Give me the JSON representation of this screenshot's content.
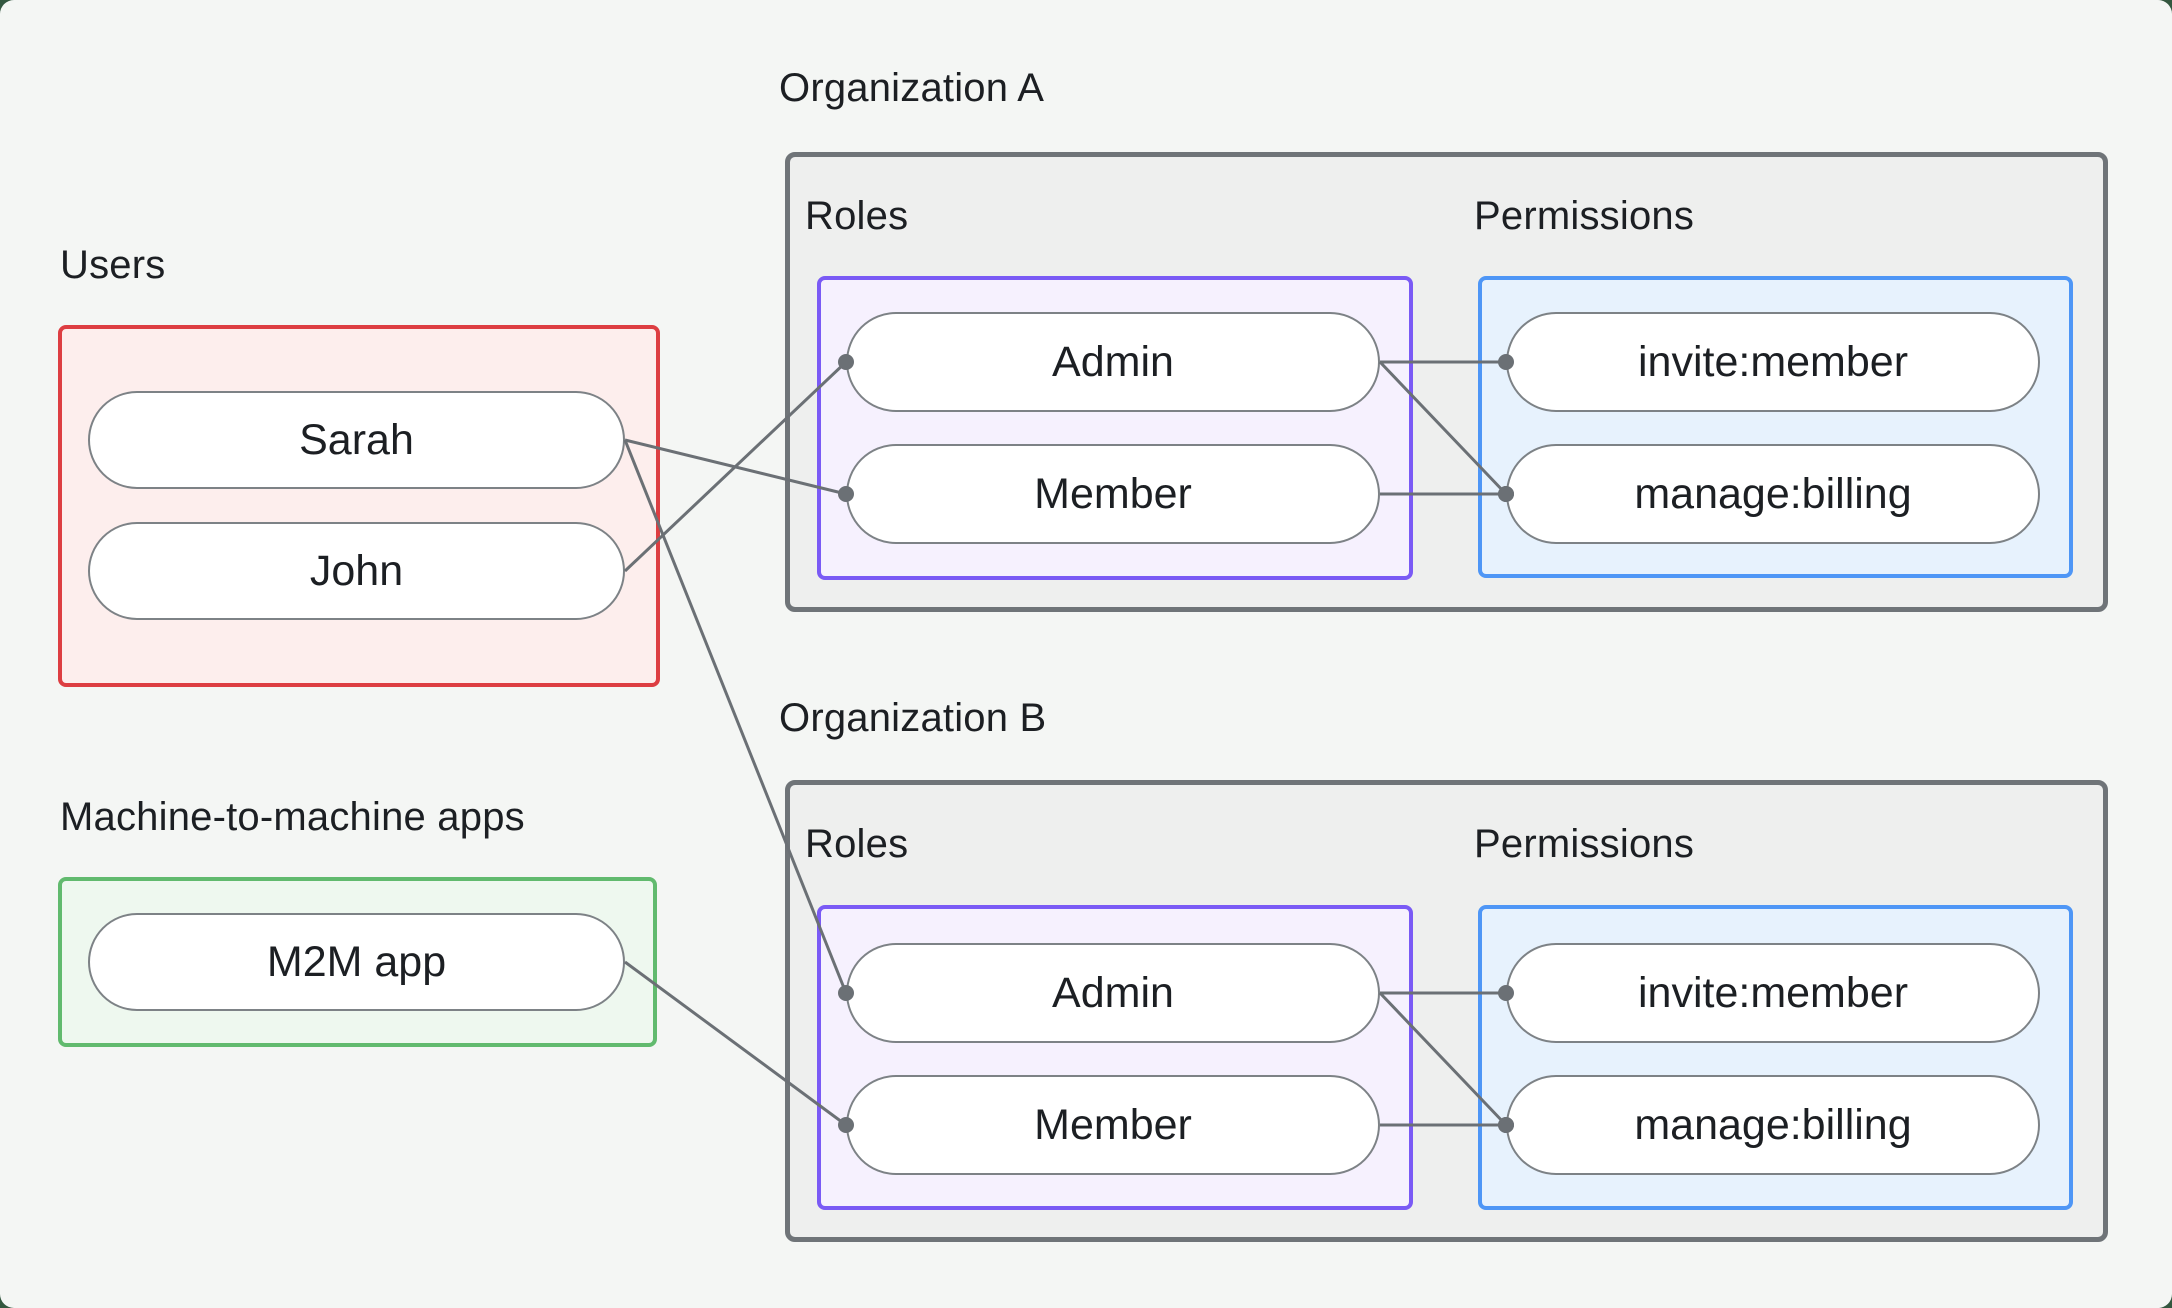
{
  "sections": {
    "users": {
      "title": "Users",
      "items": [
        {
          "id": "user-sarah",
          "label": "Sarah"
        },
        {
          "id": "user-john",
          "label": "John"
        }
      ]
    },
    "m2m": {
      "title": "Machine-to-machine apps",
      "items": [
        {
          "id": "app-m2m",
          "label": "M2M app"
        }
      ]
    },
    "org_a": {
      "title": "Organization A",
      "roles_title": "Roles",
      "permissions_title": "Permissions",
      "roles": [
        {
          "id": "orga-role-admin",
          "label": "Admin"
        },
        {
          "id": "orga-role-member",
          "label": "Member"
        }
      ],
      "permissions": [
        {
          "id": "orga-perm-invite",
          "label": "invite:member"
        },
        {
          "id": "orga-perm-manage",
          "label": "manage:billing"
        }
      ]
    },
    "org_b": {
      "title": "Organization B",
      "roles_title": "Roles",
      "permissions_title": "Permissions",
      "roles": [
        {
          "id": "orgb-role-admin",
          "label": "Admin"
        },
        {
          "id": "orgb-role-member",
          "label": "Member"
        }
      ],
      "permissions": [
        {
          "id": "orgb-perm-invite",
          "label": "invite:member"
        },
        {
          "id": "orgb-perm-manage",
          "label": "manage:billing"
        }
      ]
    }
  },
  "edges": [
    {
      "from": "user-sarah",
      "to": "orga-role-member"
    },
    {
      "from": "user-john",
      "to": "orga-role-admin"
    },
    {
      "from": "user-sarah",
      "to": "orgb-role-admin"
    },
    {
      "from": "app-m2m",
      "to": "orgb-role-member"
    },
    {
      "from": "orga-role-admin",
      "to": "orga-perm-invite"
    },
    {
      "from": "orga-role-admin",
      "to": "orga-perm-manage"
    },
    {
      "from": "orga-role-member",
      "to": "orga-perm-manage"
    },
    {
      "from": "orgb-role-admin",
      "to": "orgb-perm-invite"
    },
    {
      "from": "orgb-role-admin",
      "to": "orgb-perm-manage"
    },
    {
      "from": "orgb-role-member",
      "to": "orgb-perm-manage"
    }
  ],
  "colors": {
    "page_bg": "#f4f6f4",
    "text": "#1c1f23",
    "org_fill": "#eeefee",
    "org_border": "#6f7478",
    "red_border": "#dd3e42",
    "red_fill": "#fdeeed",
    "green_border": "#61ba6e",
    "green_fill": "#eef8ef",
    "purple_border": "#7a5af5",
    "purple_fill": "#f6f1fe",
    "blue_border": "#4e96f6",
    "blue_fill": "#e7f2fd",
    "pill_border": "#7d8286",
    "edge": "#6b7075"
  }
}
